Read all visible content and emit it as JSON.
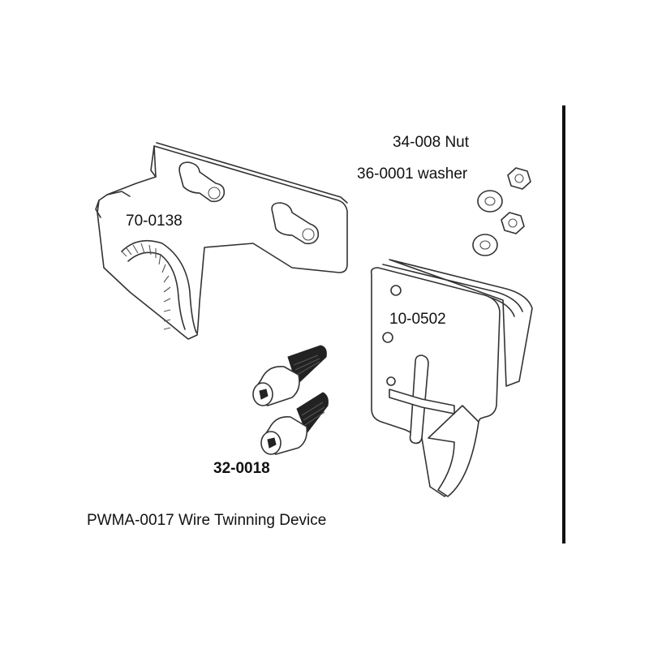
{
  "labels": {
    "nut": "34-008 Nut",
    "washer": "36-0001 washer",
    "bracket": "70-0138",
    "plate": "10-0502",
    "screw": "32-0018",
    "caption": "PWMA-0017 Wire Twinning Device"
  },
  "colors": {
    "line": "#333333",
    "dark": "#222222",
    "text": "#111111",
    "background": "#ffffff"
  }
}
